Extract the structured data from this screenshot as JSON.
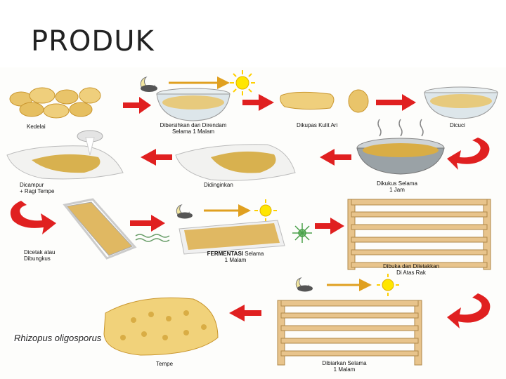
{
  "page": {
    "title": "PRODUK"
  },
  "steps": {
    "kedelai": "Kedelai",
    "direndam_1": "Dibersihkan dan Direndam",
    "direndam_2": "Selama 1 Malam",
    "dikupas": "Dikupas Kulit Ari",
    "dicuci": "Dicuci",
    "dicampur_1": "Dicampur",
    "dicampur_2": "+ Ragi Tempe",
    "didinginkan": "Didinginkan",
    "dikukus_1": "Dikukus Selama",
    "dikukus_2": "1 Jam",
    "dicetak_1": "Dicetak atau",
    "dicetak_2": "Dibungkus",
    "fermentasi_bold": "FERMENTASI",
    "fermentasi_rest": " Selama",
    "fermentasi_2": "1 Malam",
    "dibuka_1": "Dibuka dan Diletakkan",
    "dibuka_2": "Di Atas Rak",
    "dibiarkan_1": "Dibiarkan Selama",
    "dibiarkan_2": "1 Malam",
    "tempe": "Tempe"
  },
  "caption": "Rhizopus oligosporus",
  "colors": {
    "arrow": "#e02020",
    "soy": "#e9c46a",
    "soy_dark": "#c9962e",
    "sun": "#ffe600",
    "moon": "#f2e6a0",
    "rack": "#e8c48c",
    "orange_arrow": "#e0a020"
  }
}
